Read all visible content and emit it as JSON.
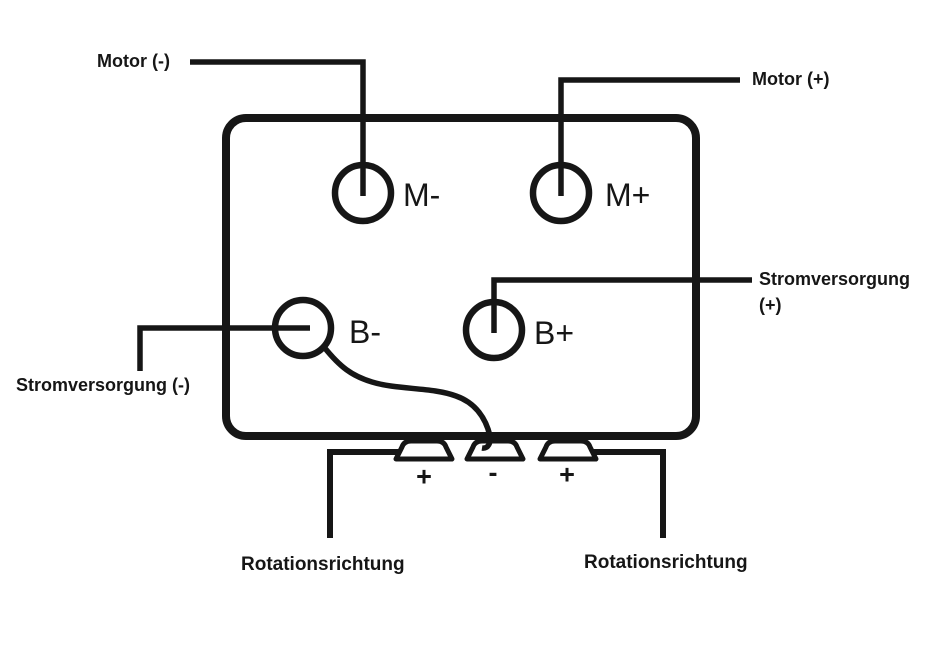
{
  "diagram": {
    "labels": {
      "motor_minus": "Motor (-)",
      "motor_plus": "Motor (+)",
      "supply_plus": "Stromversorgung (+)",
      "supply_minus": "Stromversorgung (-)",
      "rotation_left": "Rotationsrichtung",
      "rotation_right": "Rotationsrichtung"
    },
    "terminals": {
      "m_minus": "M-",
      "m_plus": "M+",
      "b_minus": "B-",
      "b_plus": "B+"
    },
    "polarity_marks": {
      "left": "+",
      "middle": "-",
      "right": "+"
    },
    "colors": {
      "line": "#161616",
      "background": "#ffffff"
    }
  }
}
